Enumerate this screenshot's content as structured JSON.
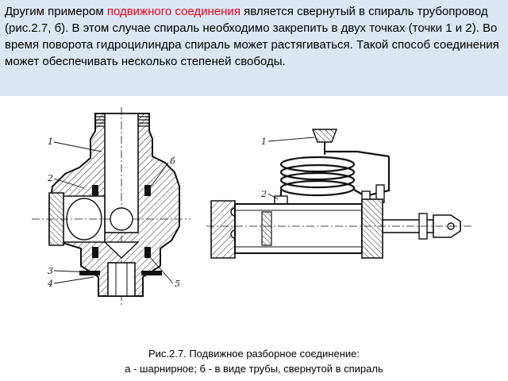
{
  "paragraph": {
    "before": "Другим примером ",
    "highlight": "подвижного соединения",
    "after": " является свернутый в спираль трубопровод (рис.2.7, б). В этом случае спираль необходимо закрепить в двух точках (точки 1 и 2). Во время поворота гидроцилиндра спираль может растягиваться. Такой способ соединения может обеспечивать несколько степеней свободы."
  },
  "figure": {
    "left_callouts": [
      "1",
      "2",
      "б",
      "3",
      "4",
      "5"
    ],
    "right_callouts": [
      "1",
      "2"
    ]
  },
  "caption": {
    "line1": "Рис.2.7. Подвижное разборное соединение:",
    "line2": "а - шарнирное; б - в виде трубы, свернутой в спираль"
  },
  "colors": {
    "panel_background": "#dce6f2",
    "highlight_text": "#e8001c"
  }
}
